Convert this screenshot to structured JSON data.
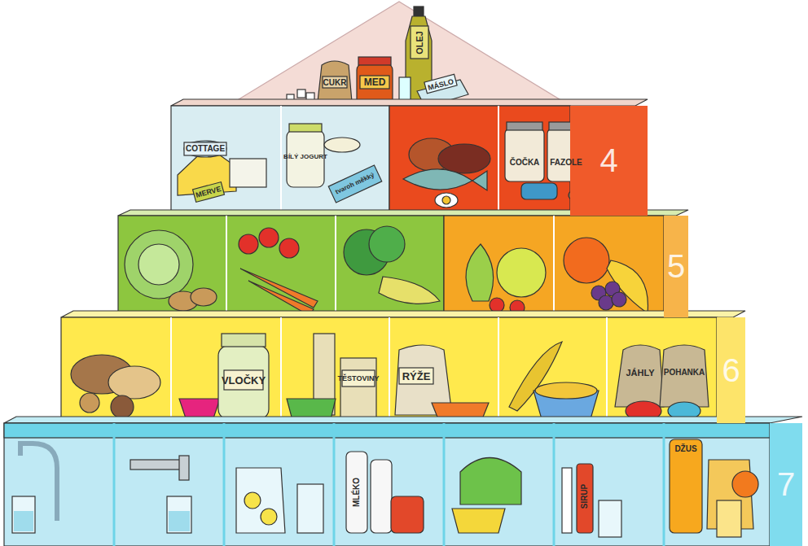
{
  "diagram": {
    "nodes": [
      {
        "text": [
          "4"
        ]
      },
      {
        "text": [
          "5"
        ]
      },
      {
        "text": [
          "6"
        ]
      },
      {
        "text": [
          "7"
        ]
      }
    ],
    "labels": [
      "CUKR",
      "MED",
      "OLEJ",
      "MÁSLO",
      "COTTAGE",
      "MERVE",
      "BÍLÝ JOGURT",
      "tvaroh měkký",
      "ČOČKA",
      "FAZOLE",
      "VLOČKY",
      "TĚSTOVINY",
      "RÝŽE",
      "JÁHLY",
      "POHANKA",
      "MLÉKO",
      "SIRUP",
      "DŽUS"
    ]
  }
}
